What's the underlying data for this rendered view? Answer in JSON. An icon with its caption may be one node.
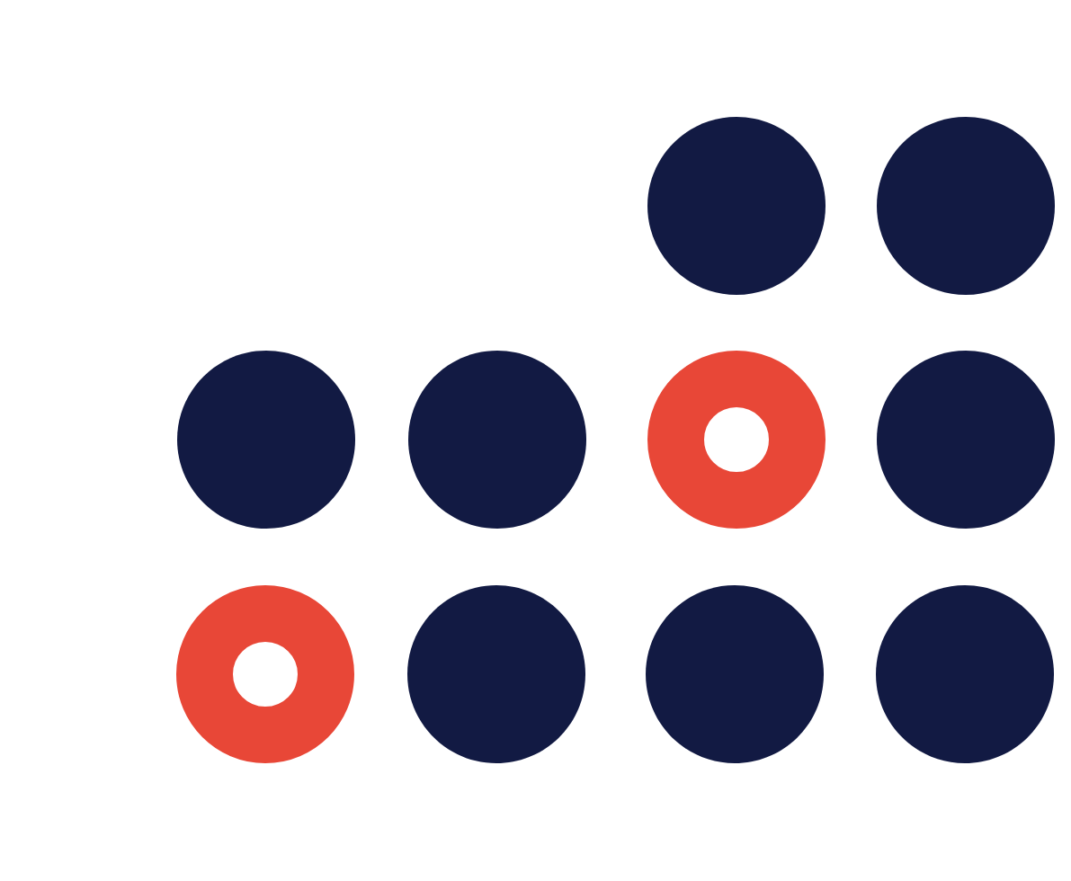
{
  "diagram": {
    "nodes": [
      {
        "text": [],
        "shape": "circle"
      },
      {
        "text": [],
        "shape": "circle"
      },
      {
        "text": [],
        "shape": "circle"
      },
      {
        "text": [],
        "shape": "circle"
      },
      {
        "text": [],
        "shape": "ring"
      },
      {
        "text": [],
        "shape": "circle"
      },
      {
        "text": [],
        "shape": "ring"
      },
      {
        "text": [],
        "shape": "circle"
      },
      {
        "text": [],
        "shape": "circle"
      },
      {
        "text": [],
        "shape": "circle"
      }
    ]
  }
}
